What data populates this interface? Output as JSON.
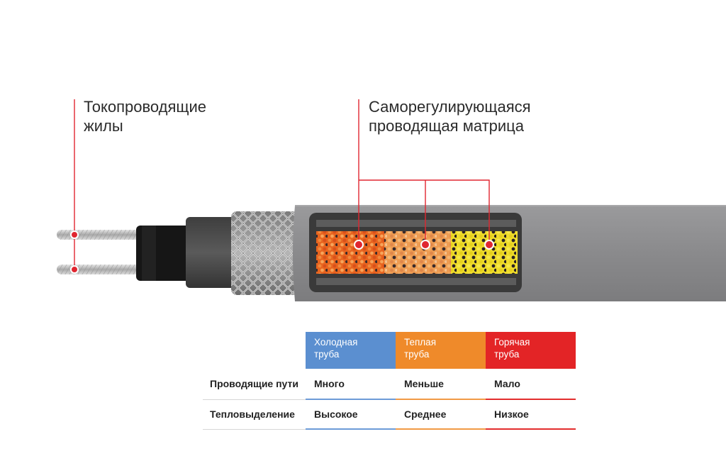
{
  "labels": {
    "conductors_line1": "Токопроводящие",
    "conductors_line2": "жилы",
    "matrix_line1": "Саморегулирующаяся",
    "matrix_line2": "проводящая матрица"
  },
  "table": {
    "headers": [
      {
        "line1": "Холодная",
        "line2": "труба",
        "color": "#5b8fd0"
      },
      {
        "line1": "Теплая",
        "line2": "труба",
        "color": "#ef8a2a"
      },
      {
        "line1": "Горячая",
        "line2": "труба",
        "color": "#e32426"
      }
    ],
    "rows": [
      {
        "label": "Проводящие пути",
        "values": [
          "Много",
          "Меньше",
          "Мало"
        ]
      },
      {
        "label": "Тепловыделение",
        "values": [
          "Высокое",
          "Среднее",
          "Низкое"
        ]
      }
    ]
  },
  "colors": {
    "accent": "#e02630",
    "jacket": "#8a8a8c",
    "matrix_cold": "#e8651f",
    "matrix_warm": "#ef9a4a",
    "matrix_hot": "#f1de2c"
  }
}
